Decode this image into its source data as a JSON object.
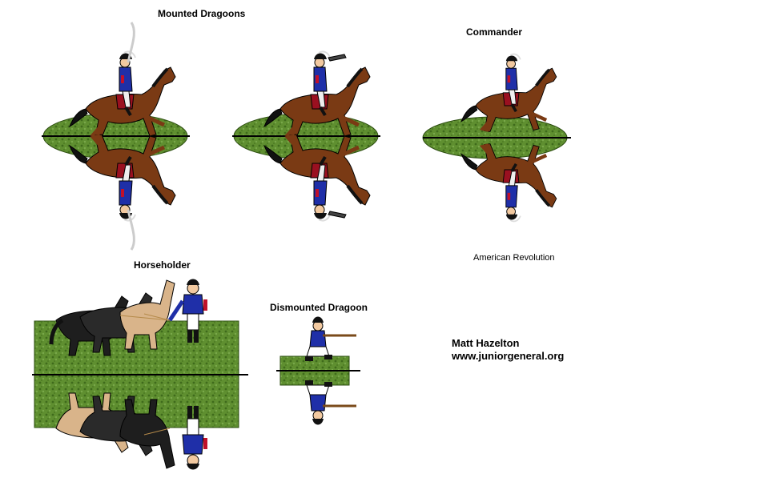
{
  "sheet": {
    "labels": {
      "mounted_dragoons": "Mounted Dragoons",
      "commander": "Commander",
      "horseholder": "Horseholder",
      "dismounted_dragoon": "Dismounted Dragoon",
      "era": "American Revolution"
    },
    "credit": {
      "author": "Matt Hazelton",
      "site": "www.juniorgeneral.org"
    },
    "colors": {
      "grass": "#5a8a2e",
      "grass_dark": "#3e6b1c",
      "coat_blue": "#1f2fa8",
      "facing_red": "#c0102a",
      "horse_brown": "#7a3a14",
      "horse_black": "#1e1e1e",
      "horse_tan": "#d9b48a",
      "outline": "#000000"
    }
  }
}
